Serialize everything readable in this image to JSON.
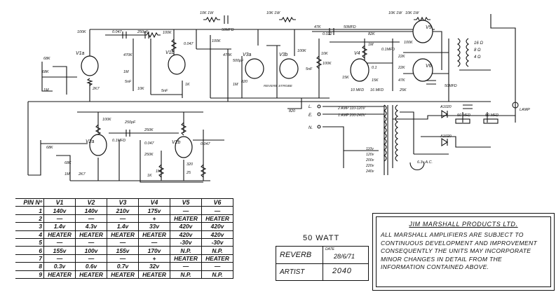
{
  "schematic": {
    "tubes": [
      {
        "label": "V1a"
      },
      {
        "label": "V1b"
      },
      {
        "label": "V2a"
      },
      {
        "label": "V2b"
      },
      {
        "label": "V3a"
      },
      {
        "label": "V3b"
      },
      {
        "label": "V4"
      },
      {
        "label": "V5"
      },
      {
        "label": "V6"
      }
    ],
    "components": [
      "100K",
      "68K",
      "68K",
      "1M",
      "2K7",
      "0.047",
      "250pF",
      "470K",
      "1M",
      "5nF",
      "10K",
      "100K",
      "1K",
      "5nF",
      "10K 1W",
      "50MFD",
      "0.047",
      "100K",
      "470K",
      "500pF",
      "1M",
      "820",
      "5nF",
      "10K 1W",
      "100K",
      "47K",
      "0.022",
      "50MFD",
      "82K",
      "1M",
      "10K 1W",
      "10K 1W",
      "100K",
      "10K",
      "0.1",
      "47K",
      "0.1MFD",
      "100K",
      "22K",
      "22K",
      "25K",
      "15K",
      "10 MFD",
      "15K",
      "16 MFD",
      "50MFD",
      "100K",
      "250pF",
      "0.1MFD",
      "250K",
      "0.047",
      "250K",
      "1M",
      "0.047",
      "320",
      "25",
      "68K",
      "68K",
      "1M",
      "2K7",
      "1K"
    ],
    "mains": {
      "live": "L.",
      "earth": "E.",
      "neutral": "N.",
      "tap_low": "2 AMP 110-120V",
      "tap_high": "1 AMP 200-240V",
      "taps": [
        "110v",
        "120v",
        "200v",
        "220v",
        "240v"
      ],
      "heater_winding": "6.3v A.C.",
      "rectifier_top": "A1020",
      "rectifier_bottom": "A1020",
      "filter_cap_1": "50 MFD",
      "filter_cap_2": "50 MFD",
      "lamp": "LAMP"
    },
    "output_taps": [
      "16 Ω",
      "8 Ω",
      "4 Ω"
    ],
    "extra_labels": [
      "REVERB STROBE",
      "820"
    ]
  },
  "pin_table": {
    "headers": [
      "PIN Nº",
      "V1",
      "V2",
      "V3",
      "V4",
      "V5",
      "V6"
    ],
    "rows": [
      [
        "1",
        "140v",
        "140v",
        "210v",
        "175v",
        "—",
        "—"
      ],
      [
        "2",
        "—",
        "—",
        "—",
        "+",
        "HEATER",
        "HEATER"
      ],
      [
        "3",
        "1.4v",
        "4.3v",
        "1.4v",
        "33v",
        "420v",
        "420v"
      ],
      [
        "4",
        "HEATER",
        "HEATER",
        "HEATER",
        "HEATER",
        "420v",
        "420v"
      ],
      [
        "5",
        "—",
        "—",
        "—",
        "—",
        "-30v",
        "-30v"
      ],
      [
        "6",
        "155v",
        "100v",
        "155v",
        "170v",
        "N.P.",
        "N.P."
      ],
      [
        "7",
        "—",
        "—",
        "—",
        "+",
        "HEATER",
        "HEATER"
      ],
      [
        "8",
        "0.3v",
        "0.6v",
        "0.7v",
        "32v",
        "—",
        "—"
      ],
      [
        "9",
        "HEATER",
        "HEATER",
        "HEATER",
        "HEATER",
        "N.P.",
        "N.P."
      ]
    ]
  },
  "title_block": {
    "wattage": "50 WATT",
    "model": "REVERB",
    "date_label": "DATE",
    "date": "28/6/71",
    "drawn_label": "ARTIST",
    "number": "2040"
  },
  "notice": {
    "company": "JIM MARSHALL PRODUCTS LTD.",
    "text": "ALL MARSHALL AMPLIFIERS ARE SUBJECT TO CONTINUOUS DEVELOPMENT AND IMPROVEMENT CONSEQUENTLY THE UNITS MAY INCORPORATE MINOR CHANGES IN DETAIL FROM THE INFORMATION CONTAINED ABOVE."
  }
}
